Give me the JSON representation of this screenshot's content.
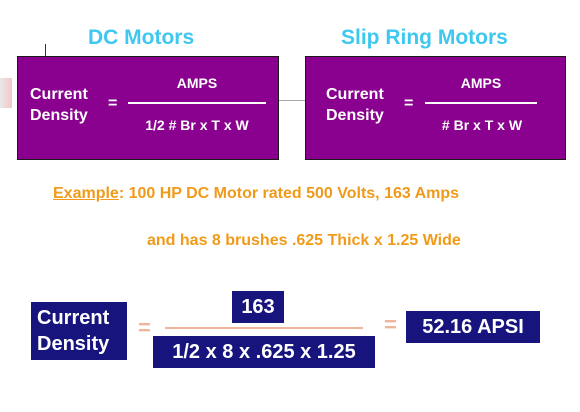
{
  "headings": {
    "left": "DC  Motors",
    "right": "Slip Ring Motors"
  },
  "dc_formula": {
    "label_line1": "Current",
    "label_line2": "Density",
    "equals": "=",
    "numerator": "AMPS",
    "denominator": "1/2  #  Br x T x W"
  },
  "slip_formula": {
    "label_line1": "Current",
    "label_line2": "Density",
    "equals": "=",
    "numerator": "AMPS",
    "denominator": "#  Br x T x W"
  },
  "example": {
    "word": "Example",
    "line1_rest": ": 100 HP DC Motor rated 500 Volts, 163 Amps",
    "line2": "and has 8 brushes .625 Thick x 1.25 Wide"
  },
  "calculation": {
    "label_line1": "Current",
    "label_line2": "Density",
    "equals_left": "=",
    "numerator": "163",
    "denominator": "1/2 x 8 x .625 x 1.25",
    "equals_right": "=",
    "result": "52.16  APSI"
  },
  "colors": {
    "heading": "#3fc8ef",
    "box_fill": "#8a018f",
    "example_text": "#f09a1a",
    "calc_fill": "#17147e",
    "calc_equals": "#f0b59a"
  }
}
